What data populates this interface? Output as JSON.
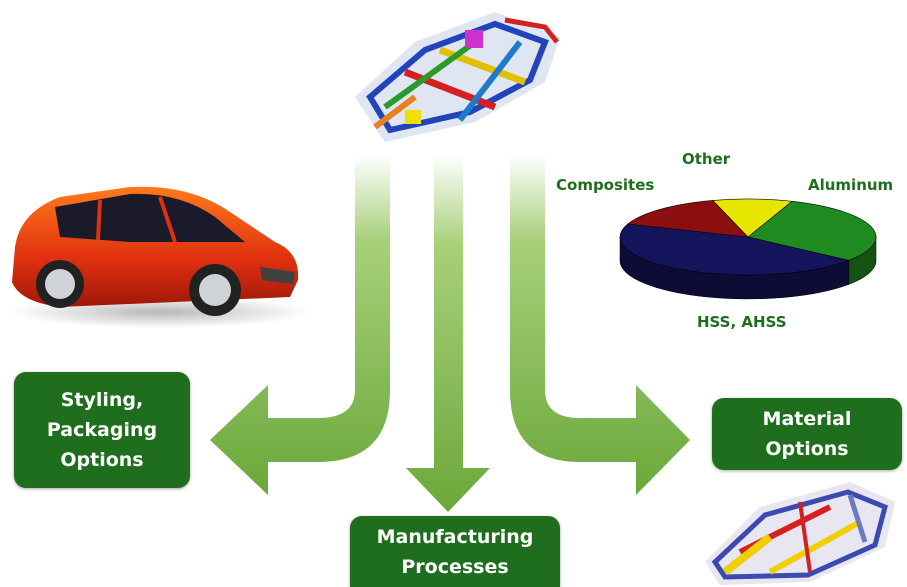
{
  "boxes": {
    "styling": "Styling,\nPackaging\nOptions",
    "manufacturing": "Manufacturing\nProcesses",
    "material": "Material\nOptions"
  },
  "chart_data": {
    "type": "pie",
    "categories": [
      "Aluminum",
      "HSS, AHSS",
      "Composites",
      "Other"
    ],
    "values": [
      30,
      45,
      15,
      10
    ],
    "colors": [
      "#1f8a1f",
      "#14145c",
      "#8b0f0f",
      "#e6e600"
    ]
  },
  "images": {
    "top_frame": "body-in-white-frame-icon",
    "car": "red-concept-car-icon",
    "bottom_frame": "body-frame-icon"
  },
  "colors": {
    "arrow": "#7ab648",
    "box": "#1e6e1e",
    "label": "#1e6e1e"
  }
}
